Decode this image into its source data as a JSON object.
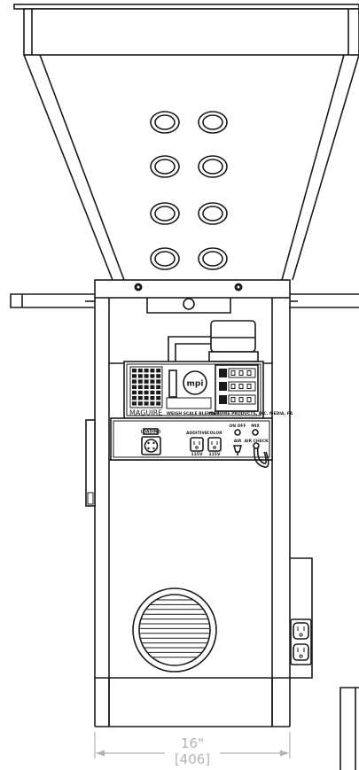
{
  "drawing": {
    "dimension_imperial": "16\"",
    "dimension_metric": "[406]",
    "panel": {
      "brand_name": "MAGUIRE",
      "brand_subtitle": "WEIGH SCALE BLENDER",
      "company_line": "MAGUIRE PRODUCTS, INC. MEDIA, PA",
      "logo_text": "mpi",
      "connector_label": "LOADING",
      "outlet_label_additive": "ADDITIVE",
      "outlet_label_color": "COLOR",
      "outlet_rating_1": "115V",
      "outlet_rating_2": "115V",
      "switch_label_1": "ON OFF",
      "switch_label_2": "MIX",
      "switch_label_3": "AIR",
      "switch_label_4": "AIR CHECK"
    }
  }
}
